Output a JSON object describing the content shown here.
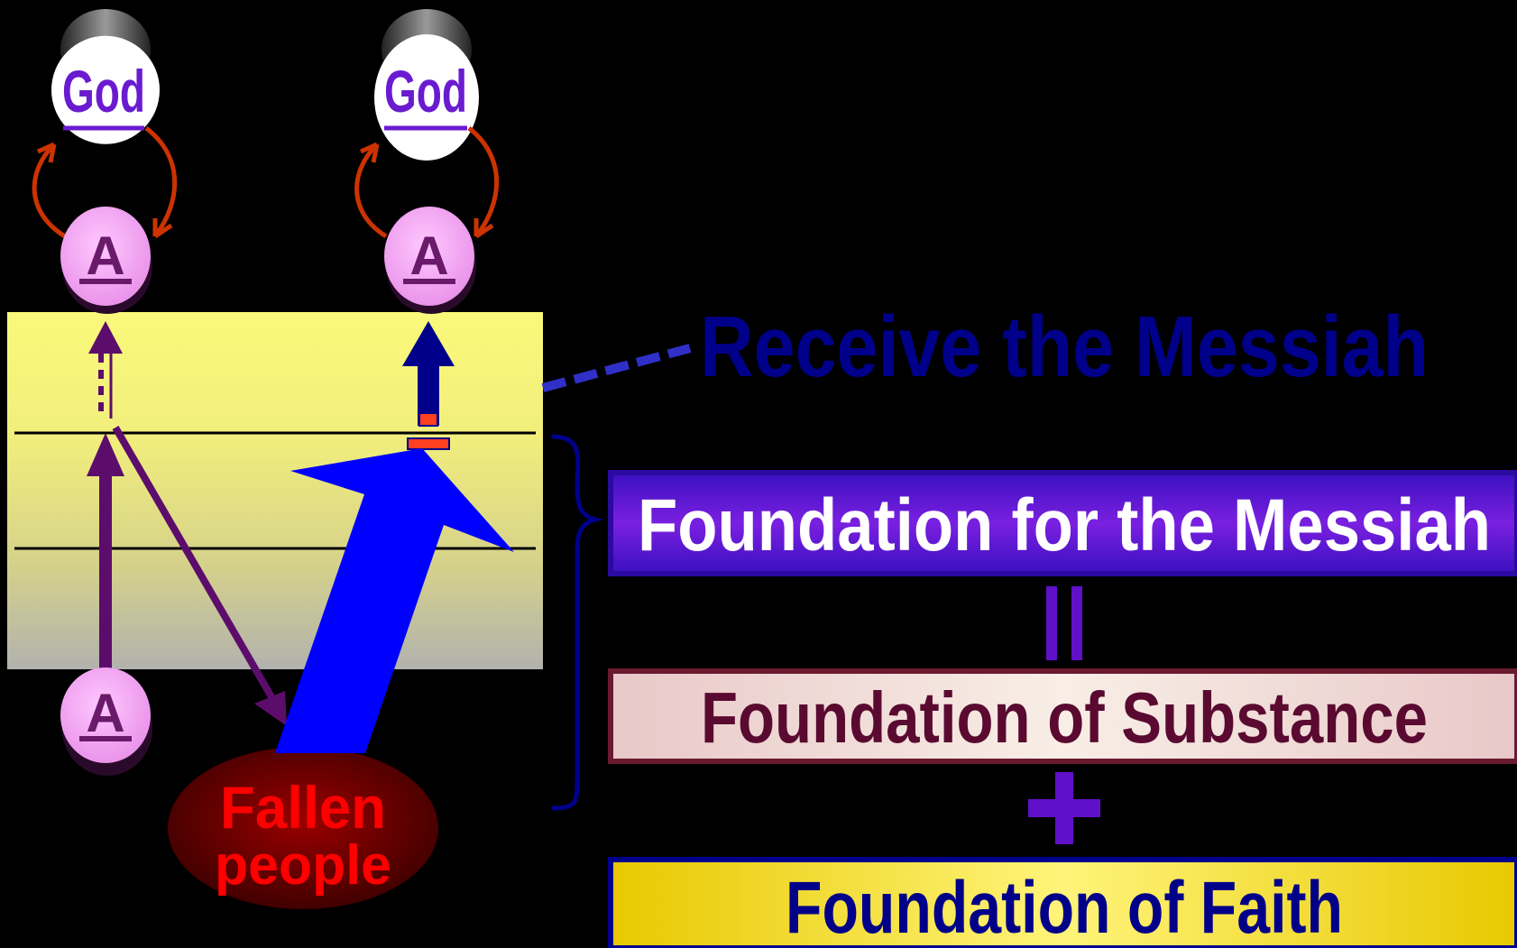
{
  "nodes": {
    "god_left": {
      "label": "God"
    },
    "god_right": {
      "label": "God"
    },
    "adam_top_left": {
      "label": "A"
    },
    "adam_top_right": {
      "label": "A"
    },
    "adam_bottom": {
      "label": "A"
    },
    "fallen": {
      "line1": "Fallen",
      "line2": "people"
    }
  },
  "labels": {
    "receive": "Receive the Messiah",
    "foundation_messiah": "Foundation for the Messiah",
    "equals": "=",
    "foundation_substance": "Foundation of Substance",
    "plus": "+",
    "foundation_faith": "Foundation of Faith"
  },
  "colors": {
    "background": "#000000",
    "god_text": "#6a1bd0",
    "adam_fill": "#f2a0f0",
    "adam_text": "#6a1a6a",
    "purple_arrow": "#5c0d6b",
    "blue_arrow": "#0000ff",
    "navy": "#00008b",
    "fallen_text": "#ff0000",
    "fallen_fill": "#5a0000",
    "messiah_box": "#6010c8",
    "substance_text": "#5a0a30",
    "faith_text": "#000088",
    "red_accent": "#ff4020"
  }
}
